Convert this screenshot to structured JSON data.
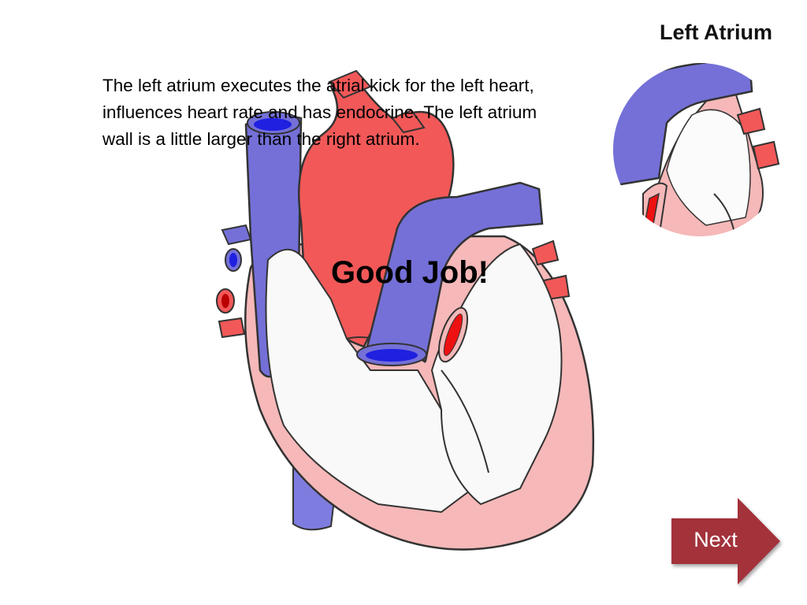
{
  "slide": {
    "title": "Left Atrium",
    "description": "The left atrium executes the atrial kick for the left heart, influences heart rate and has endocrine. The left atrium wall is a little larger than the right atrium.",
    "feedback": "Good Job!"
  },
  "navigation": {
    "next_label": "Next"
  },
  "colors": {
    "oxygen_poor": "#7470d8",
    "oxygen_rich": "#f25858",
    "myocardium": "#f6b8b8",
    "next_button": "#a3323b"
  },
  "icons": {
    "next": "arrow-right-shape"
  }
}
